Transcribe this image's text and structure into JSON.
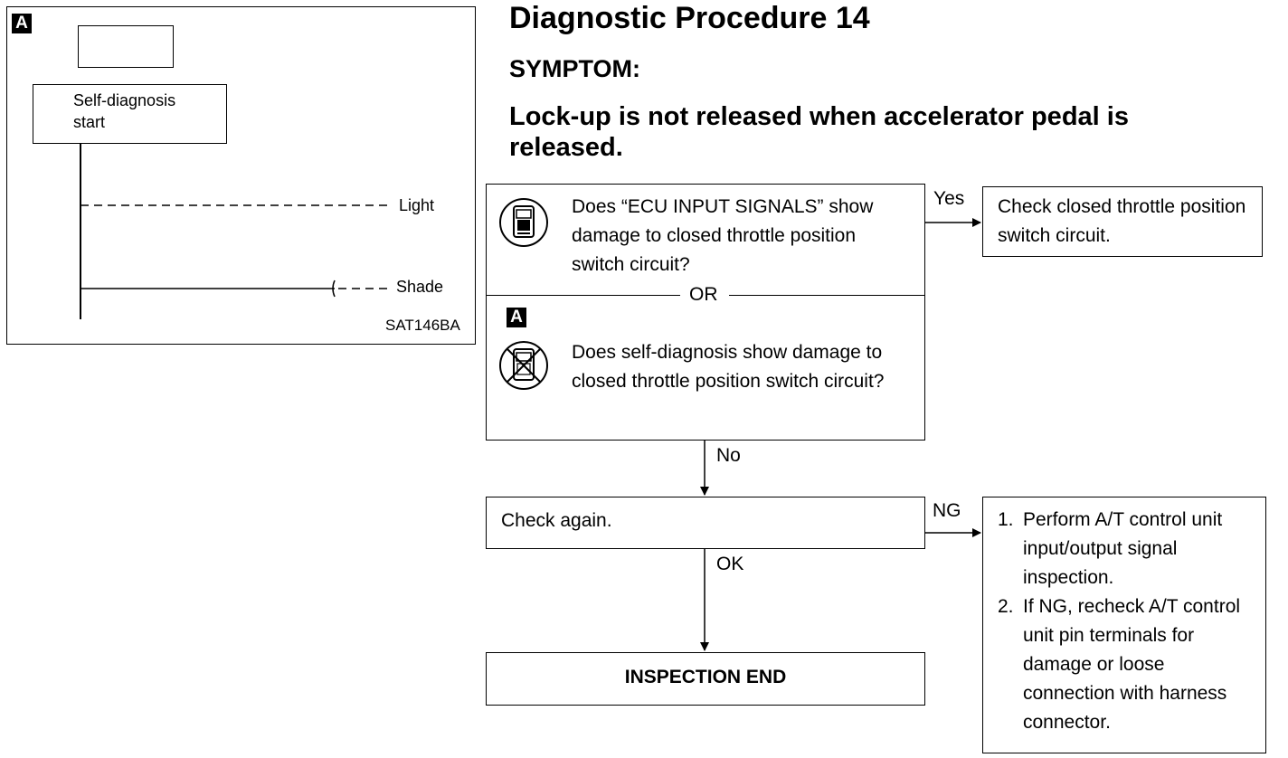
{
  "inset": {
    "badge": "A",
    "start_label_line1": "Self-diagnosis",
    "start_label_line2": "start",
    "light_label": "Light",
    "shade_label": "Shade",
    "figure_code": "SAT146BA"
  },
  "header": {
    "title": "Diagnostic Procedure 14",
    "symptom_label": "SYMPTOM:",
    "symptom_text": "Lock-up is not released when accelerator pedal is released."
  },
  "flow": {
    "q1_text": "Does “ECU INPUT SIGNALS” show damage to closed throttle position switch circuit?",
    "or_label": "OR",
    "q2_badge": "A",
    "q2_text": "Does self-diagnosis show damage to closed throttle position switch circuit?",
    "yes_label": "Yes",
    "yes_result": "Check closed throttle position switch circuit.",
    "no_label": "No",
    "check_again": "Check again.",
    "ng_label": "NG",
    "ok_label": "OK",
    "end_label": "INSPECTION END",
    "ng_steps": [
      {
        "num": "1.",
        "text": "Perform A/T control unit input/output signal inspection."
      },
      {
        "num": "2.",
        "text": "If NG, recheck A/T control unit pin terminals for damage or loose connection with harness connector."
      }
    ]
  },
  "icons": {
    "consult": "consult-tester-icon",
    "no_consult": "no-consult-tester-icon"
  }
}
